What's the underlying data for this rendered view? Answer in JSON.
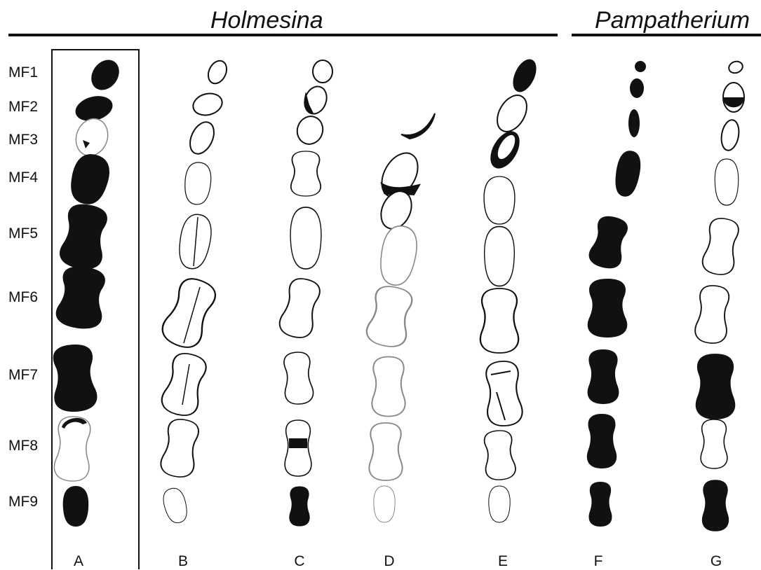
{
  "genera": [
    {
      "name": "Holmesina"
    },
    {
      "name": "Pampatherium"
    }
  ],
  "rows": [
    "MF1",
    "MF2",
    "MF3",
    "MF4",
    "MF5",
    "MF6",
    "MF7",
    "MF8",
    "MF9"
  ],
  "columns": [
    "A",
    "B",
    "C",
    "D",
    "E",
    "F",
    "G"
  ],
  "colors": {
    "ink": "#111111",
    "faint": "#888888",
    "fill_white": "#ffffff"
  }
}
